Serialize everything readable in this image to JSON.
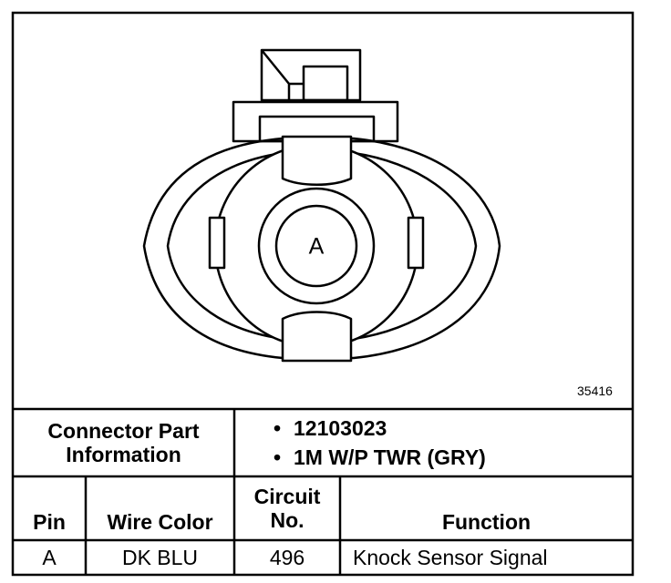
{
  "diagram": {
    "pin_label": "A",
    "reference_number": "35416"
  },
  "part_info": {
    "label_line1": "Connector Part",
    "label_line2": "Information",
    "items": [
      "12103023",
      "1M W/P TWR (GRY)"
    ]
  },
  "table": {
    "headers": {
      "pin": "Pin",
      "wire_color": "Wire Color",
      "circuit_line1": "Circuit",
      "circuit_line2": "No.",
      "function": "Function"
    },
    "rows": [
      {
        "pin": "A",
        "wire_color": "DK BLU",
        "circuit": "496",
        "function": "Knock Sensor Signal"
      }
    ]
  }
}
